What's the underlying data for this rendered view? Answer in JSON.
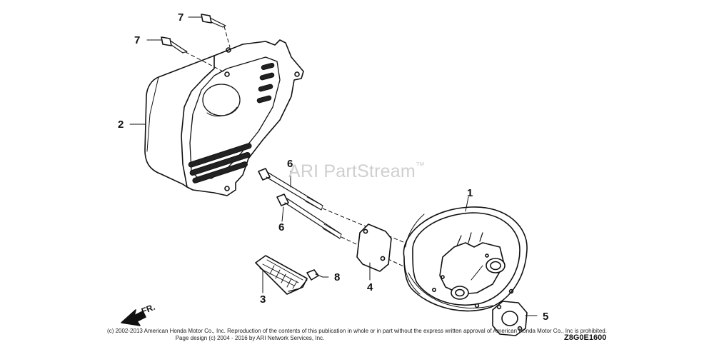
{
  "watermark": {
    "text": "ARI PartStream",
    "mark": "™"
  },
  "callouts": {
    "c1": "1",
    "c2": "2",
    "c3": "3",
    "c4": "4",
    "c5": "5",
    "c6a": "6",
    "c6b": "6",
    "c7a": "7",
    "c7b": "7",
    "c8": "8"
  },
  "direction_label": "FR.",
  "copyright_line1": "(c) 2002-2013 American Honda Motor Co., Inc. Reproduction of the contents of this publication in whole or in part without the express written approval of American Honda Motor Co., Inc is prohibited.",
  "copyright_line2": "Page design (c) 2004 - 2016 by ARI Network Services, Inc.",
  "diagram_code": "Z8G0E1600"
}
